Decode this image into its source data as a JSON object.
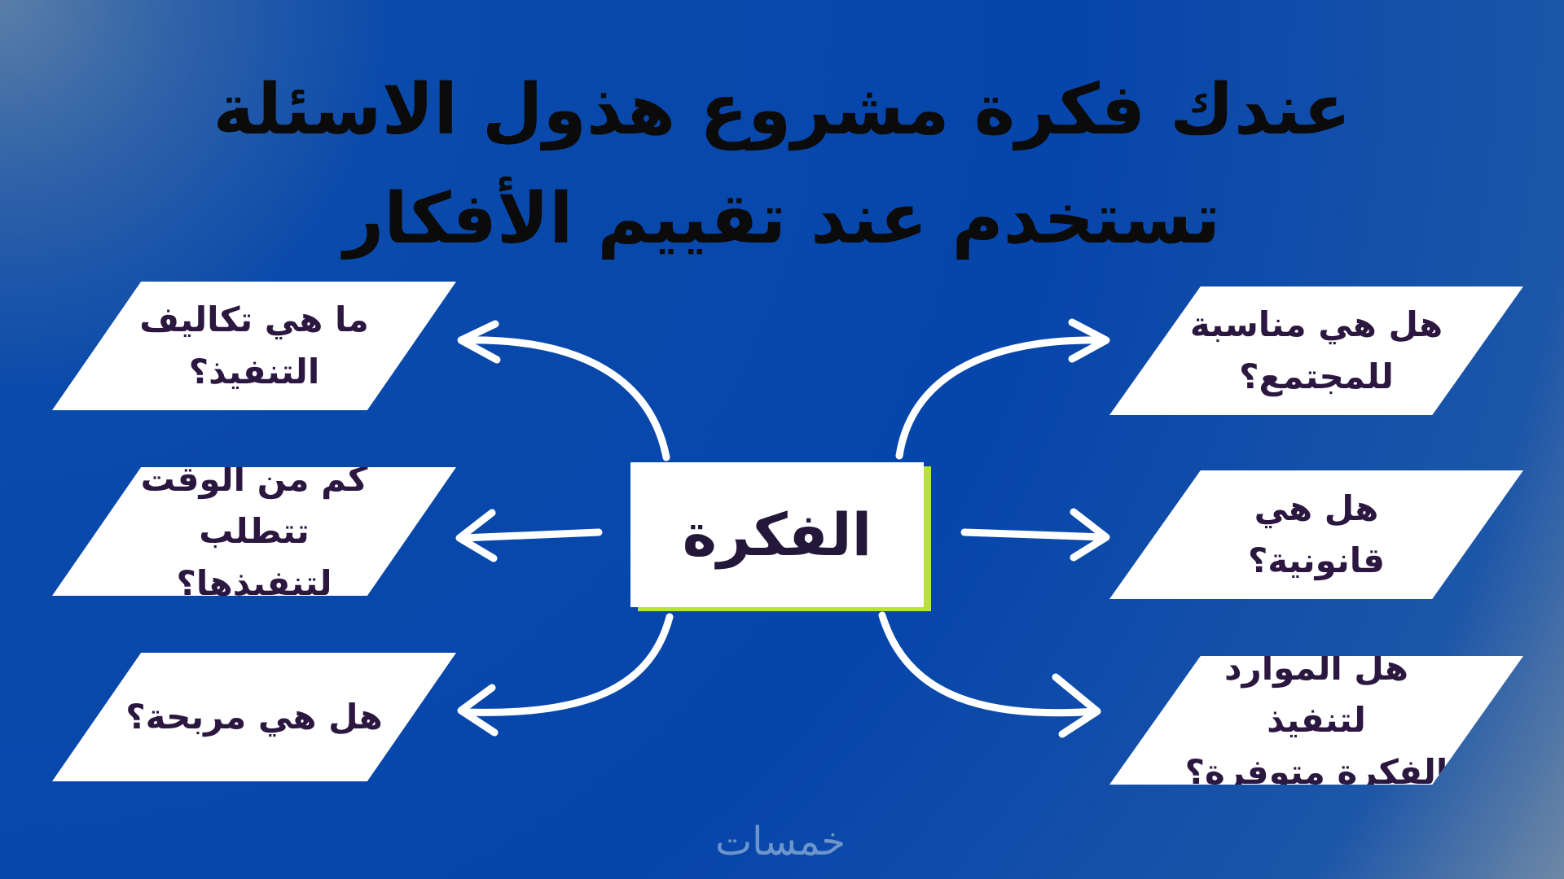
{
  "title": {
    "line1": "عندك فكرة مشروع هذول الاسئلة",
    "line2": "تستخدم عند تقييم الأفكار"
  },
  "center": {
    "label": "الفكرة"
  },
  "left_boxes": [
    {
      "line1": "ما هي تكاليف",
      "line2": "التنفيذ؟"
    },
    {
      "line1": "كم من الوقت",
      "line2": "تتطلب لتنفيذها؟"
    },
    {
      "line1": "هل هي مربحة؟",
      "line2": ""
    }
  ],
  "right_boxes": [
    {
      "line1": "هل هي مناسبة",
      "line2": "للمجتمع؟"
    },
    {
      "line1": "هل هي قانونية؟",
      "line2": ""
    },
    {
      "line1": "هل الموارد لتنفيذ",
      "line2": "الفكرة متوفرة؟"
    }
  ],
  "watermark": "خمسات",
  "colors": {
    "background": "#0645ab",
    "box": "#ffffff",
    "text": "#2b1740",
    "accent_shadow": "#b8e23a",
    "arrow": "#ffffff"
  }
}
